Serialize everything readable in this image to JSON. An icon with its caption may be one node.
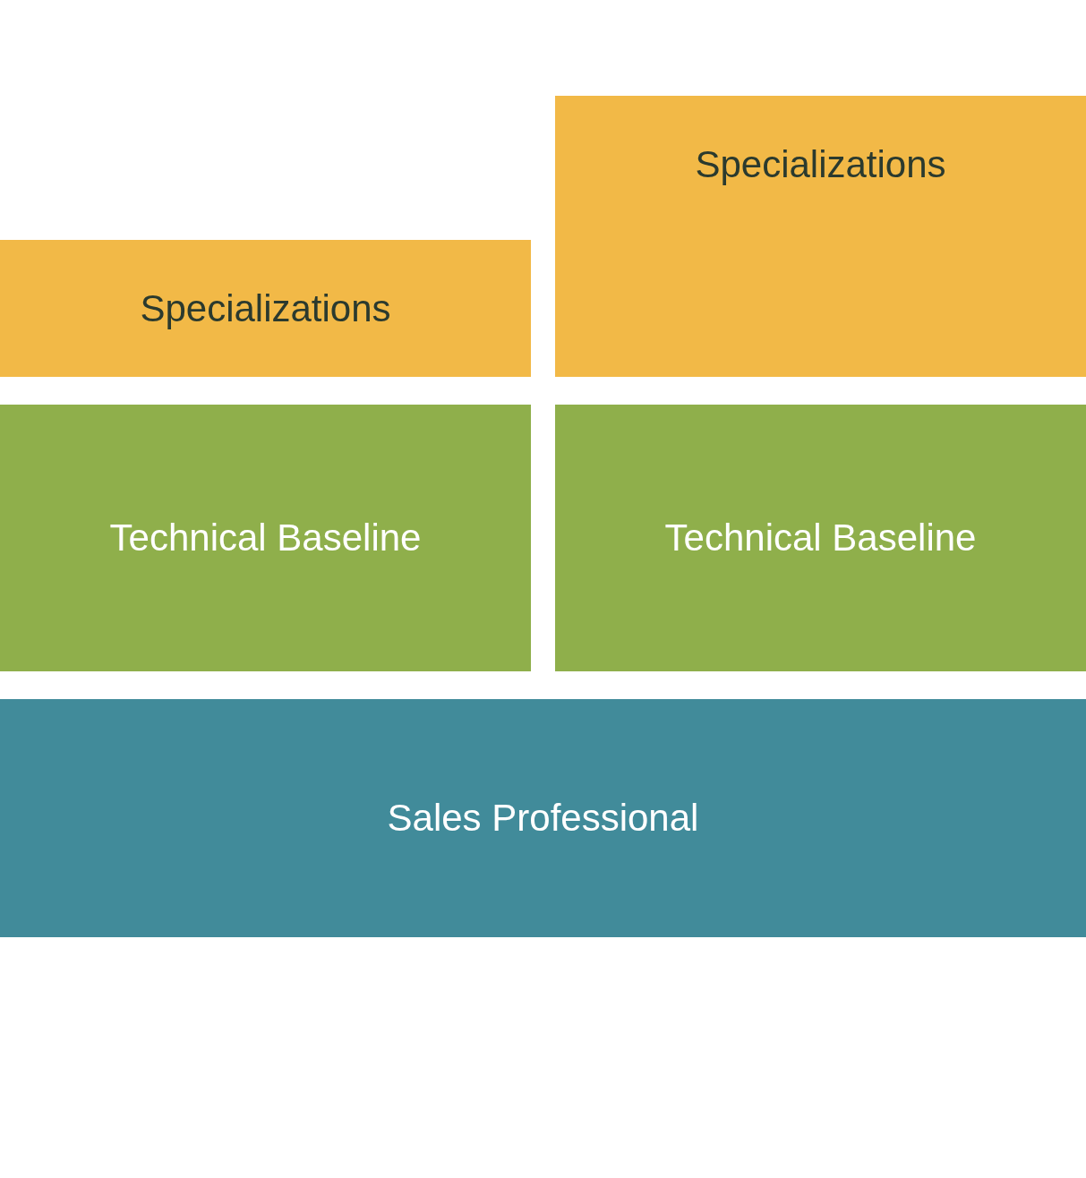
{
  "diagram": {
    "nodes": [
      {
        "text": [
          "Specializations"
        ]
      },
      {
        "text": [
          "Specializations"
        ]
      },
      {
        "text": [
          "Technical Baseline"
        ]
      },
      {
        "text": [
          "Technical Baseline"
        ]
      },
      {
        "text": [
          "Sales Professional"
        ]
      }
    ]
  }
}
